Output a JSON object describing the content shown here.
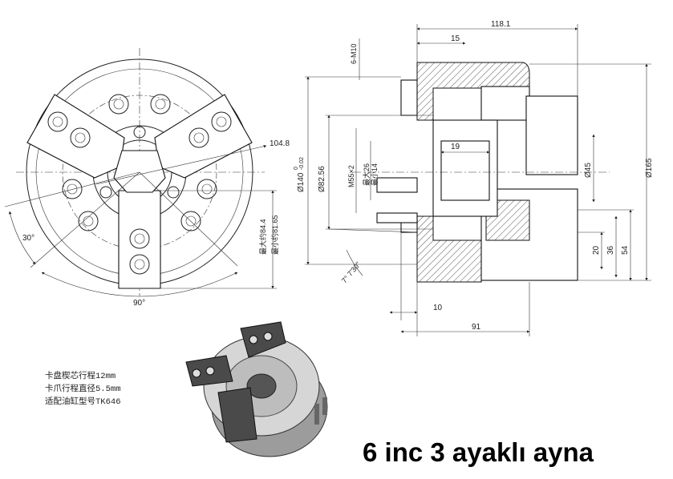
{
  "front_view": {
    "dim_diameter": "104.8",
    "angle_30": "30°",
    "angle_90": "90°",
    "stroke_max": "最大约84.4",
    "stroke_min": "最小约81.65"
  },
  "section_view": {
    "dim_118": "118.1",
    "dim_15": "15",
    "thread_m10": "6-M10",
    "dim_140": "Ø140",
    "dim_140_tol_upper": "0",
    "dim_140_tol_lower": "-0.02",
    "dim_82": "Ø82.56",
    "thread_m55": "M55×2",
    "bore_max": "最大26",
    "bore_min": "最小14",
    "dim_19": "19",
    "dim_45": "Ø45",
    "dim_165": "Ø165",
    "dim_20": "20",
    "dim_36": "36",
    "dim_54": "54",
    "angle_taper": "7° 7'30\"",
    "dim_10": "10",
    "dim_91": "91"
  },
  "notes": [
    "卡盘楔芯行程12mm",
    "卡爪行程直径5.5mm",
    "适配油缸型号TK646"
  ],
  "caption": "6 inc 3 ayaklı ayna"
}
